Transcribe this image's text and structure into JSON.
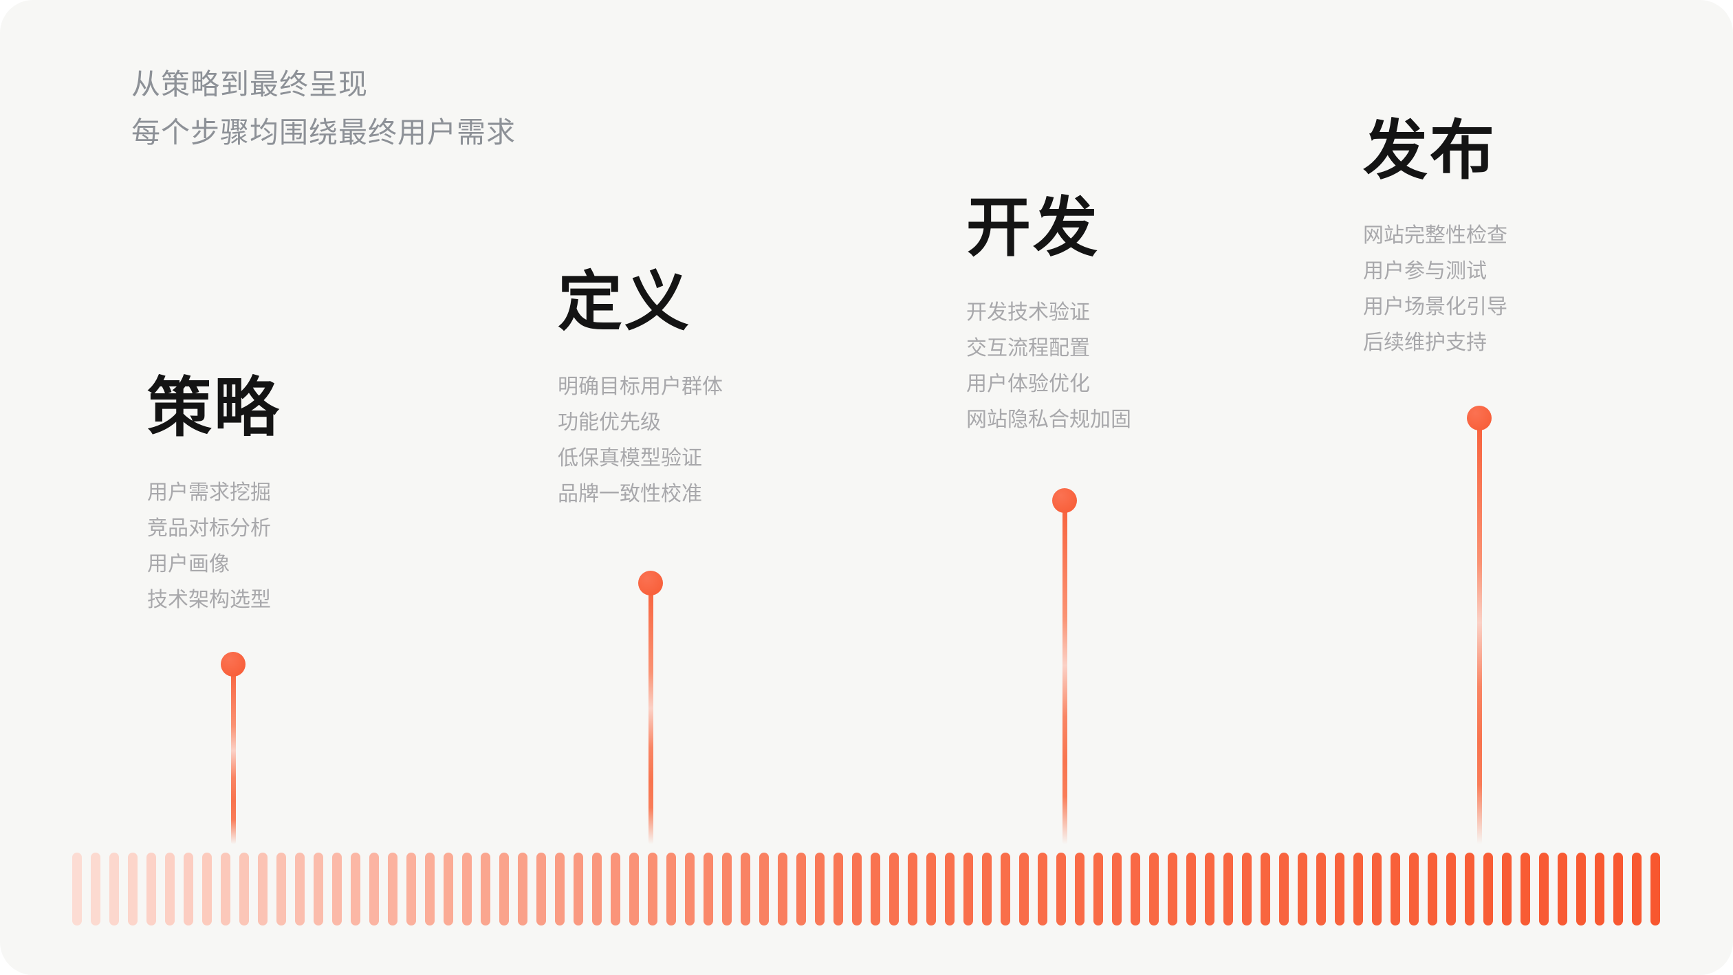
{
  "page": {
    "background": "#FFFFFF",
    "canvas_background": "#F7F7F5"
  },
  "subtitle": {
    "line1": "从策略到最终呈现",
    "line2": "每个步骤均围绕最终用户需求"
  },
  "stages": [
    {
      "title": "策略",
      "items": [
        "用户需求挖掘",
        "竞品对标分析",
        "用户画像",
        "技术架构选型"
      ]
    },
    {
      "title": "定义",
      "items": [
        "明确目标用户群体",
        "功能优先级",
        "低保真模型验证",
        "品牌一致性校准"
      ]
    },
    {
      "title": "开发",
      "items": [
        "开发技术验证",
        "交互流程配置",
        "用户体验优化",
        "网站隐私合规加固"
      ]
    },
    {
      "title": "发布",
      "items": [
        "网站完整性检查",
        "用户参与测试",
        "用户场景化引导",
        "后续维护支持"
      ]
    }
  ],
  "timeline": {
    "tick_count": 86,
    "tick_color_start": "#FCDCD3",
    "tick_color_mid": "#F97350",
    "tick_color_end": "#F8572F",
    "marker_color": "#F8603A"
  },
  "colors": {
    "accent": "#F8572F",
    "title_text": "#141414",
    "subtitle_text": "#8D9197",
    "item_text": "#A8A8AB"
  }
}
